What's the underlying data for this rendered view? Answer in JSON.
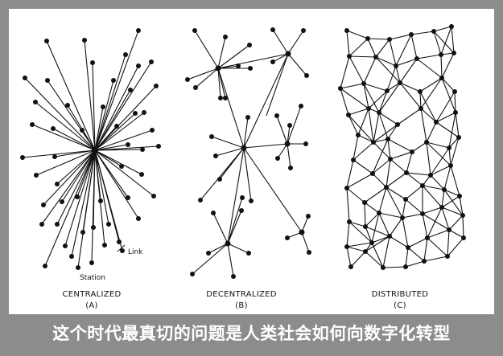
{
  "caption": "这个时代最真切的问题是人类社会如何向数字化转型",
  "colors": {
    "frame": "#8c8c8c",
    "panel": "#ffffff",
    "ink": "#111111",
    "caption": "#ffffff"
  },
  "diagrams": {
    "centralized": {
      "title": "CENTRALIZED",
      "sub": "(A)",
      "link_label": "Link",
      "station_label": "Station"
    },
    "decentralized": {
      "title": "DECENTRALIZED",
      "sub": "(B)"
    },
    "distributed": {
      "title": "DISTRIBUTED",
      "sub": "(C)"
    }
  }
}
